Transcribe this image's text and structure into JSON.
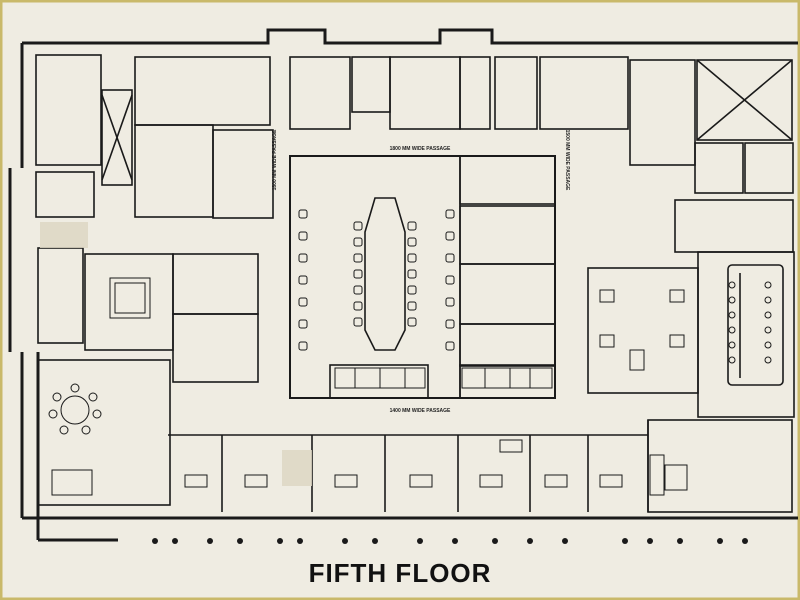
{
  "floor_title": "FIFTH FLOOR",
  "passage_labels": {
    "top": "1800 MM WIDE PASSAGE",
    "bottom": "1400 MM WIDE PASSAGE",
    "left_vertical": "1800 MM WIDE PASSAGE",
    "right_vertical": "1500 MM WIDE PASSAGE"
  },
  "colors": {
    "paper": "#efece2",
    "ink": "#1a1a1a",
    "board_edge": "#c9b96a",
    "tape": "#ddd7c3"
  }
}
